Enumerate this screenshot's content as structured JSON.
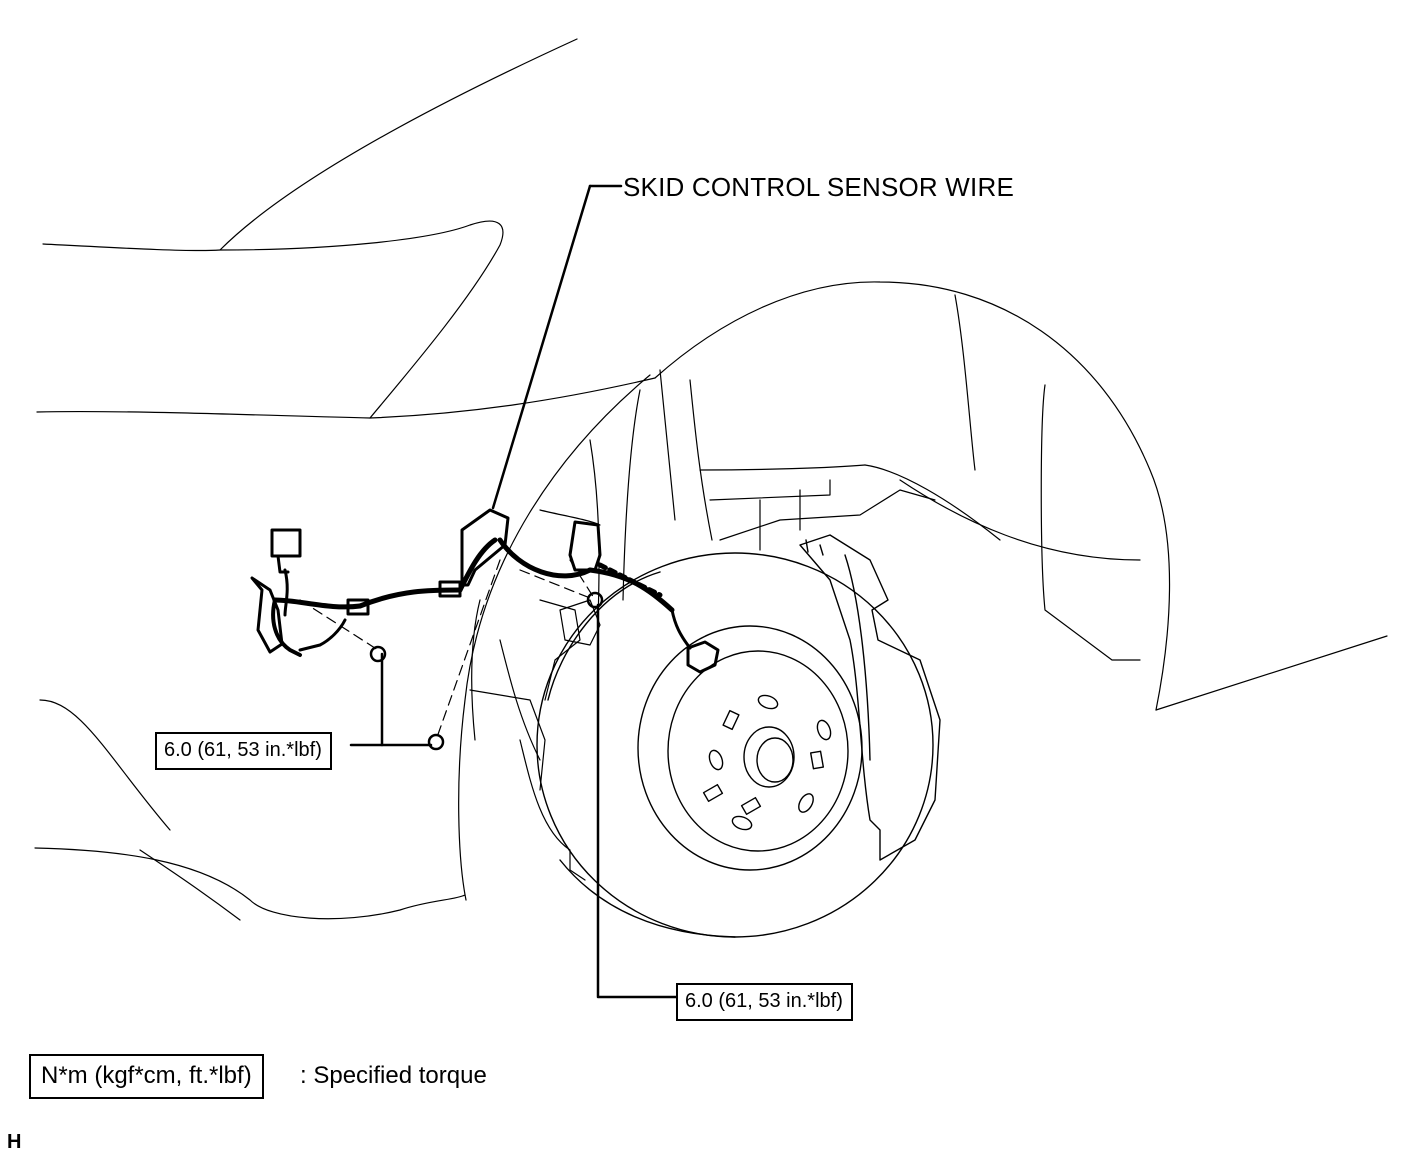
{
  "diagram": {
    "component_label": "SKID CONTROL SENSOR WIRE",
    "torque_values": [
      "6.0 (61, 53 in.*lbf)",
      "6.0 (61, 53 in.*lbf)"
    ],
    "legend": {
      "unit_box": "N*m (kgf*cm, ft.*lbf)",
      "unit_description": ": Specified torque"
    },
    "corner_mark": "H",
    "line_color": "#000000",
    "background_color": "#ffffff"
  }
}
